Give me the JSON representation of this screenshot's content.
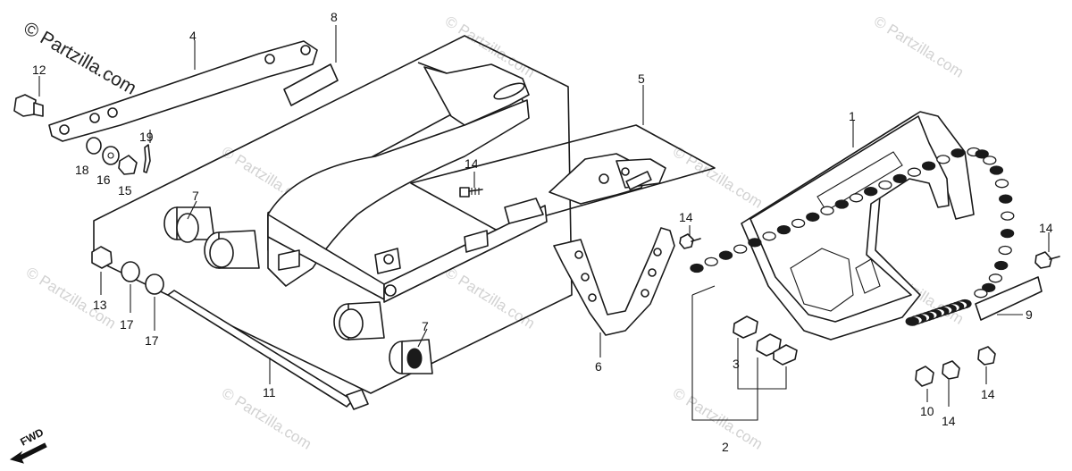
{
  "watermark": {
    "main": "© Partzilla.com",
    "ghost": [
      "© Partzilla.com",
      "© Partzilla.com",
      "© Partzilla.com",
      "© Partzilla.com",
      "© Partzilla.com",
      "© Partzilla.com",
      "© Partzilla.com",
      "© Partzilla.com",
      "© Partzilla.com"
    ]
  },
  "orientation": {
    "label": "FWD"
  },
  "callouts": {
    "c1": "1",
    "c2": "2",
    "c3": "3",
    "c4": "4",
    "c5": "5",
    "c6": "6",
    "c7a": "7",
    "c7b": "7",
    "c8": "8",
    "c9": "9",
    "c10": "10",
    "c11": "11",
    "c12": "12",
    "c13": "13",
    "c14a": "14",
    "c14b": "14",
    "c14c": "14",
    "c14d": "14",
    "c14e": "14",
    "c15": "15",
    "c16": "16",
    "c17a": "17",
    "c17b": "17",
    "c18": "18",
    "c19": "19"
  },
  "colors": {
    "ink": "#1a1a1a",
    "watermark": "#d2d2d2",
    "background": "#ffffff"
  }
}
